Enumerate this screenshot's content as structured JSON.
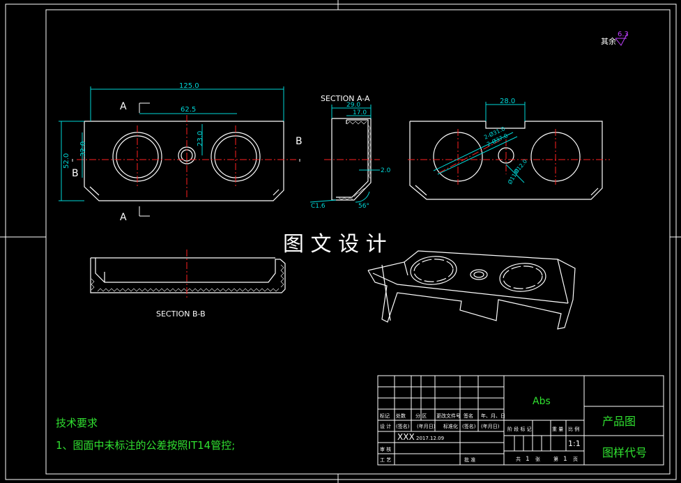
{
  "colors": {
    "background": "#000000",
    "outline": "#ffffff",
    "dimension": "#00d8d8",
    "centerline": "#ff2020",
    "titleblock_text": "#30e030",
    "note_text": "#30e030",
    "roughness": "#c040ff"
  },
  "watermark": "图 文 设 计",
  "roughness": {
    "label": "其余",
    "value": "6.3"
  },
  "front_view": {
    "dim_width": "125.0",
    "dim_holes": "62.5",
    "dim_height": "52.0",
    "dim_inner": "32.0",
    "dim_center": "23.0",
    "label_a_top": "A",
    "label_a_bottom": "A",
    "label_b_left": "B",
    "label_b_right": "B"
  },
  "section_aa": {
    "title": "SECTION A-A",
    "dim_top1": "29.0",
    "dim_top2": "17.0",
    "dim_side": "2.0",
    "dim_radius": "C1.6",
    "dim_angle": "56°"
  },
  "right_view": {
    "dim_notch": "28.0",
    "dim_r1": "2-Ø31.0",
    "dim_r2": "2-Ø37.0",
    "dim_r3": "Ø12.0",
    "dim_r4": "Ø11.0"
  },
  "section_bb": {
    "title": "SECTION B-B"
  },
  "notes": {
    "heading": "技术要求",
    "line1": "1、图面中未标注的公差按照IT14管控;"
  },
  "title_block": {
    "material": "Abs",
    "product": "产品图",
    "drawing_code": "图样代号",
    "scale": "1:1",
    "row_headers": [
      "标记",
      "处数",
      "分 区",
      "更改文件号",
      "签名",
      "年、月、日"
    ],
    "design_row": [
      "设 计",
      "(签名)",
      "(年月日)",
      "标准化",
      "(签名)",
      "(年月日)"
    ],
    "stage_headers": [
      "阶 段 标 记",
      "重 量",
      "比 例"
    ],
    "designer": "XXX",
    "date": "2017.12.09",
    "review": "审 核",
    "process": "工 艺",
    "approve": "批 准",
    "total_label": "共",
    "total_sheets": "1",
    "sheet_unit": "张",
    "sheet_label": "第",
    "sheet_no": "1",
    "page_unit": "页"
  }
}
